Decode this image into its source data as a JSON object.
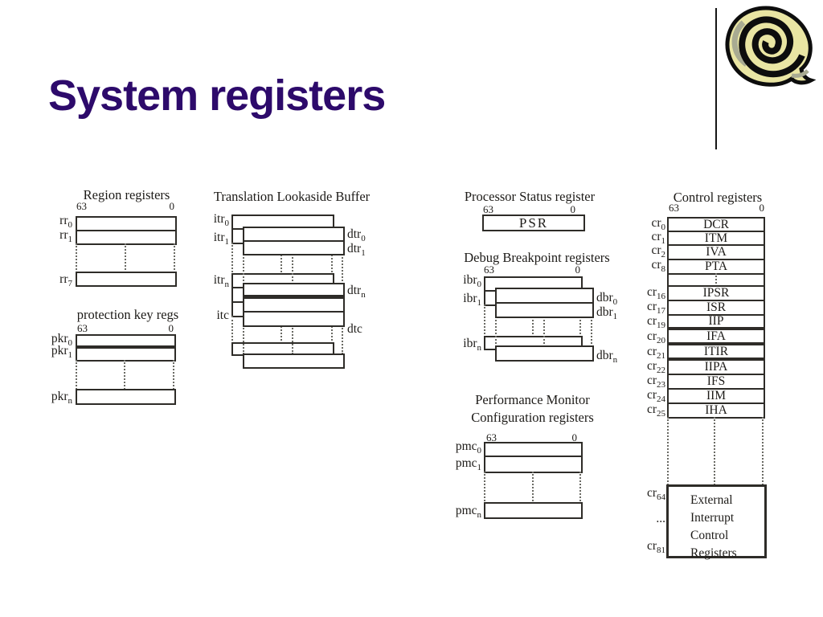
{
  "page_title": "System registers",
  "accent_color": "#2d0a6b",
  "logo_icon": "snail-shell-icon",
  "diagrams": {
    "region": {
      "title": "Region registers",
      "bit_high": "63",
      "bit_low": "0",
      "labels": [
        {
          "base": "rr",
          "sub": "0"
        },
        {
          "base": "rr",
          "sub": "1"
        },
        {
          "base": "rr",
          "sub": "7"
        }
      ]
    },
    "pkr": {
      "title": "protection key regs",
      "bit_high": "63",
      "bit_low": "0",
      "labels": [
        {
          "base": "pkr",
          "sub": "0"
        },
        {
          "base": "pkr",
          "sub": "1"
        },
        {
          "base": "pkr",
          "sub": "n"
        }
      ]
    },
    "tlb": {
      "title": "Translation Lookaside Buffer",
      "left_labels": [
        {
          "base": "itr",
          "sub": "0"
        },
        {
          "base": "itr",
          "sub": "1"
        },
        {
          "base": "itr",
          "sub": "n"
        },
        {
          "base": "itc",
          "sub": ""
        }
      ],
      "right_labels": [
        {
          "base": "dtr",
          "sub": "0"
        },
        {
          "base": "dtr",
          "sub": "1"
        },
        {
          "base": "dtr",
          "sub": "n"
        },
        {
          "base": "dtc",
          "sub": ""
        }
      ]
    },
    "psr": {
      "title": "Processor Status register",
      "bit_high": "63",
      "bit_low": "0",
      "register": "PSR"
    },
    "dbr": {
      "title": "Debug Breakpoint registers",
      "bit_high": "63",
      "bit_low": "0",
      "left_labels": [
        {
          "base": "ibr",
          "sub": "0"
        },
        {
          "base": "ibr",
          "sub": "1"
        },
        {
          "base": "ibr",
          "sub": "n"
        }
      ],
      "right_labels": [
        {
          "base": "dbr",
          "sub": "0"
        },
        {
          "base": "dbr",
          "sub": "1"
        },
        {
          "base": "dbr",
          "sub": "n"
        }
      ]
    },
    "pmc": {
      "title_line1": "Performance Monitor",
      "title_line2": "Configuration registers",
      "bit_high": "63",
      "bit_low": "0",
      "labels": [
        {
          "base": "pmc",
          "sub": "0"
        },
        {
          "base": "pmc",
          "sub": "1"
        },
        {
          "base": "pmc",
          "sub": "n"
        }
      ]
    },
    "control": {
      "title": "Control registers",
      "bit_high": "63",
      "bit_low": "0",
      "top_rows": [
        {
          "label": {
            "base": "cr",
            "sub": "0"
          },
          "name": "DCR"
        },
        {
          "label": {
            "base": "cr",
            "sub": "1"
          },
          "name": "ITM"
        },
        {
          "label": {
            "base": "cr",
            "sub": "2"
          },
          "name": "IVA"
        },
        {
          "label": {
            "base": "cr",
            "sub": "8"
          },
          "name": "PTA"
        }
      ],
      "mid_rows": [
        {
          "label": {
            "base": "cr",
            "sub": "16"
          },
          "name": "IPSR"
        },
        {
          "label": {
            "base": "cr",
            "sub": "17"
          },
          "name": "ISR"
        },
        {
          "label": {
            "base": "cr",
            "sub": "19"
          },
          "name": "IIP"
        },
        {
          "label": {
            "base": "cr",
            "sub": "20"
          },
          "name": "IFA"
        },
        {
          "label": {
            "base": "cr",
            "sub": "21"
          },
          "name": "ITIR"
        },
        {
          "label": {
            "base": "cr",
            "sub": "22"
          },
          "name": "IIPA"
        },
        {
          "label": {
            "base": "cr",
            "sub": "23"
          },
          "name": "IFS"
        },
        {
          "label": {
            "base": "cr",
            "sub": "24"
          },
          "name": "IIM"
        },
        {
          "label": {
            "base": "cr",
            "sub": "25"
          },
          "name": "IHA"
        }
      ],
      "bottom": {
        "labels": [
          {
            "base": "cr",
            "sub": "64"
          },
          {
            "base": "...",
            "sub": ""
          },
          {
            "base": "cr",
            "sub": "81"
          }
        ],
        "box_lines": [
          "External",
          "Interrupt",
          "Control",
          "Registers"
        ]
      }
    }
  }
}
